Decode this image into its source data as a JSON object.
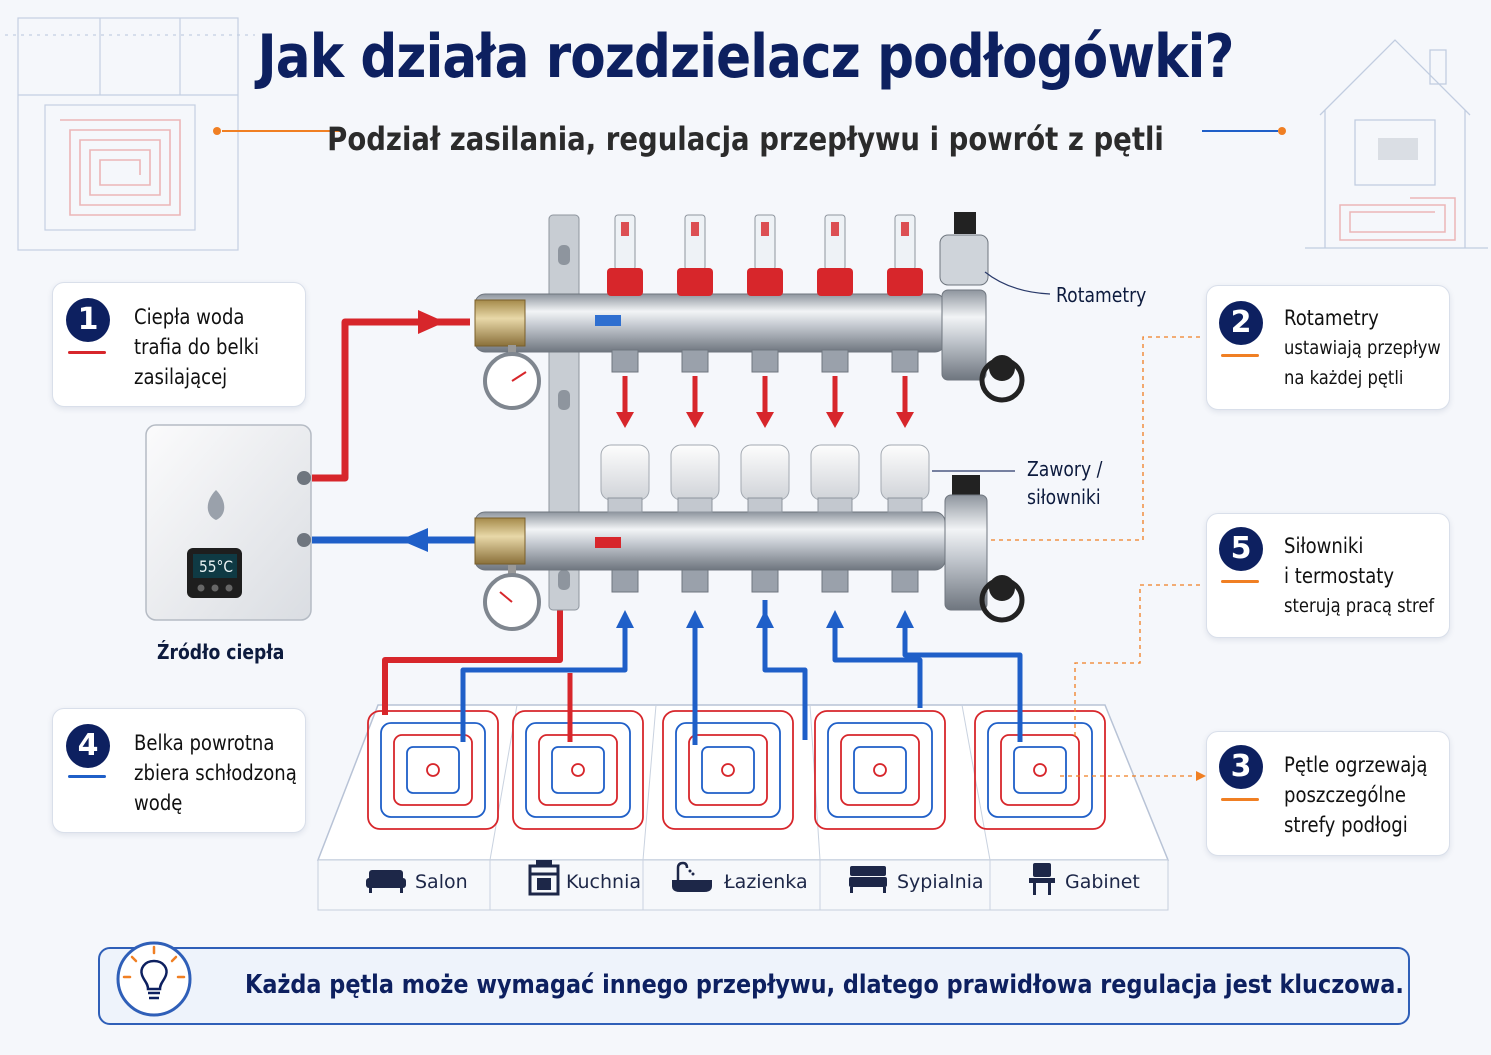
{
  "title": "Jak działa rozdzielacz podłogówki?",
  "subtitle": "Podział zasilania, regulacja przepływu i powrót z pętli",
  "heat_source": {
    "label": "Źródło ciepła",
    "display": "55°C"
  },
  "callouts": {
    "rotametry": "Rotametry",
    "zawory_line1": "Zawory /",
    "zawory_line2": "siłowniki"
  },
  "cards": [
    {
      "number": "1",
      "lines": [
        "Ciepła woda",
        "trafia do belki",
        "zasilającej"
      ],
      "color": "#d7262b"
    },
    {
      "number": "2",
      "lines": [
        "Rotametry",
        "ustawiają przepływ",
        "na każdej pętli"
      ],
      "color": "#f07f23"
    },
    {
      "number": "5",
      "lines": [
        "Siłowniki",
        "i termostaty",
        "sterują pracą stref"
      ],
      "color": "#f07f23"
    },
    {
      "number": "4",
      "lines": [
        "Belka powrotna",
        "zbiera schłodzoną",
        "wodę"
      ],
      "color": "#1f5fc8"
    },
    {
      "number": "3",
      "lines": [
        "Pętle ogrzewają",
        "poszczególne",
        "strefy podłogi"
      ],
      "color": "#f07f23"
    }
  ],
  "rooms": [
    {
      "name": "Salon",
      "icon": "sofa-icon"
    },
    {
      "name": "Kuchnia",
      "icon": "stove-icon"
    },
    {
      "name": "Łazienka",
      "icon": "bathtub-icon"
    },
    {
      "name": "Sypialnia",
      "icon": "bed-icon"
    },
    {
      "name": "Gabinet",
      "icon": "desk-chair-icon"
    }
  ],
  "banner": {
    "text": "Każda pętla może wymagać innego przepływu, dlatego prawidłowa regulacja jest kluczowa.",
    "icon": "lightbulb-icon"
  },
  "colors": {
    "supply": "#d7262b",
    "return": "#1f5fc8",
    "accent": "#f07f23",
    "navy": "#0d2060"
  }
}
